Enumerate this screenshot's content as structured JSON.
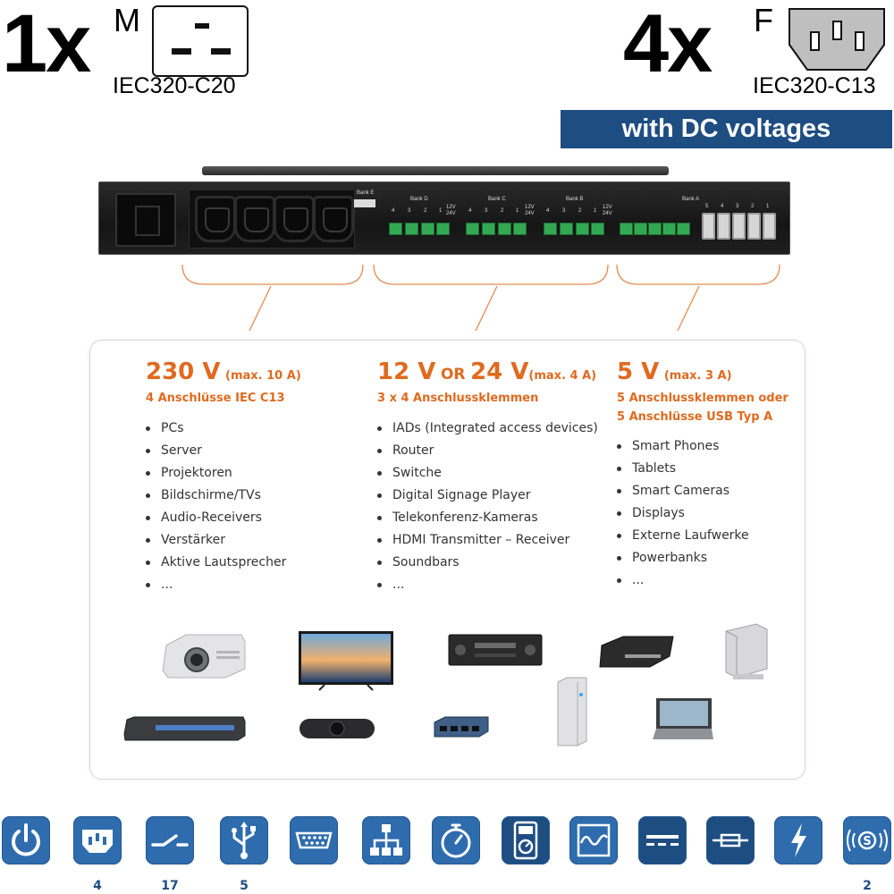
{
  "header": {
    "left_qty": "1x",
    "left_gender": "M",
    "left_plug": "IEC320-C20",
    "right_qty": "4x",
    "right_gender": "F",
    "right_plug": "IEC320-C13",
    "dc_banner": "with DC voltages"
  },
  "device": {
    "bank_labels": [
      "Bank E",
      "Bank D",
      "Bank C",
      "Bank B",
      "Bank A"
    ],
    "port_numbers": [
      "4",
      "3",
      "2",
      "1"
    ],
    "usb_numbers": [
      "5",
      "4",
      "3",
      "2",
      "1"
    ],
    "voltage_tag_top": "12V",
    "voltage_tag_bottom": "24V"
  },
  "columns": [
    {
      "title_big": "230 V",
      "title_small": "(max. 10 A)",
      "subtitle": [
        "4 Anschlüsse IEC C13"
      ],
      "items": [
        "PCs",
        "Server",
        "Projektoren",
        "Bildschirme/TVs",
        "Audio-Receivers",
        "Verstärker",
        "Aktive Lautsprecher",
        "..."
      ]
    },
    {
      "title_big_a": "12 V",
      "title_or": "OR",
      "title_big_b": "24 V",
      "title_small": "(max. 4 A)",
      "subtitle": [
        "3 x 4 Anschlussklemmen"
      ],
      "items": [
        "IADs (Integrated access devices)",
        "Router",
        "Switche",
        "Digital Signage Player",
        "Telekonferenz-Kameras",
        "HDMI Transmitter – Receiver",
        "Soundbars",
        "..."
      ]
    },
    {
      "title_big": "5 V",
      "title_small": "(max. 3 A)",
      "subtitle": [
        "5 Anschlussklemmen oder",
        "5 Anschlüsse USB Typ A"
      ],
      "items": [
        "Smart Phones",
        "Tablets",
        "Smart Cameras",
        "Displays",
        "Externe Laufwerke",
        "Powerbanks",
        "..."
      ]
    }
  ],
  "feature_icons": [
    {
      "name": "power-icon",
      "count": ""
    },
    {
      "name": "iec-socket-icon",
      "count": "4"
    },
    {
      "name": "switch-icon",
      "count": "17"
    },
    {
      "name": "usb-icon",
      "count": "5"
    },
    {
      "name": "serial-port-icon",
      "count": ""
    },
    {
      "name": "network-icon",
      "count": ""
    },
    {
      "name": "timer-icon",
      "count": ""
    },
    {
      "name": "meter-icon",
      "count": ""
    },
    {
      "name": "waveform-icon",
      "count": ""
    },
    {
      "name": "dc-icon",
      "count": ""
    },
    {
      "name": "fuse-icon",
      "count": ""
    },
    {
      "name": "surge-icon",
      "count": ""
    },
    {
      "name": "sensor-icon",
      "count": "2"
    }
  ],
  "colors": {
    "accent_orange": "#e06a1f",
    "banner_blue": "#1e4d82",
    "icon_blue": "#2e6cae"
  }
}
